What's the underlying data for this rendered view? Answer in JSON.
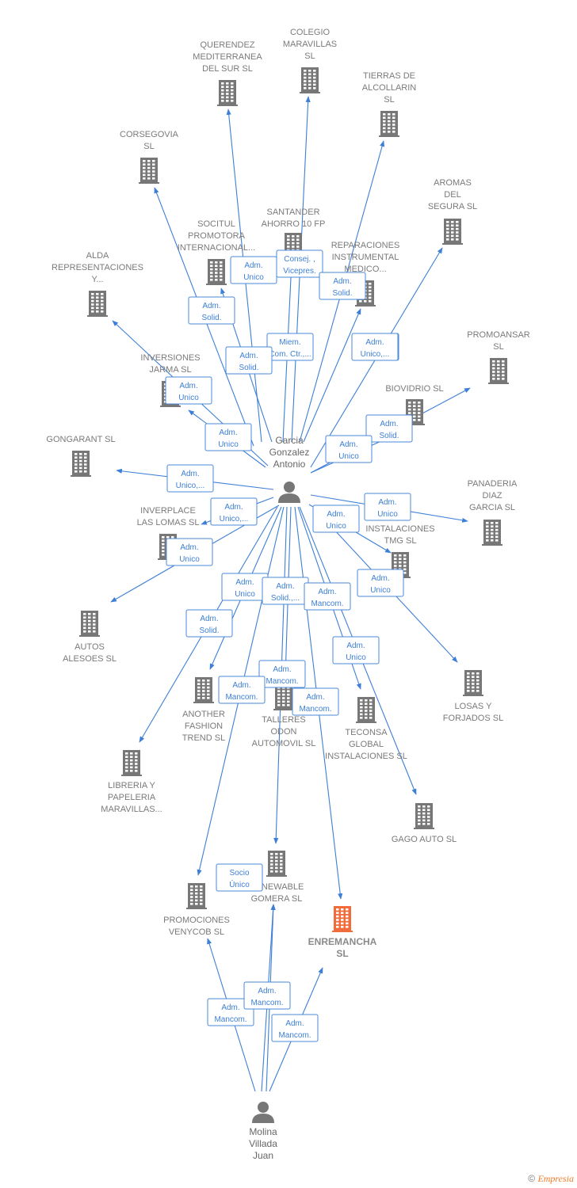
{
  "colors": {
    "edge": "#3d7fd6",
    "building": "#777777",
    "focus_building": "#f26b3a",
    "person": "#777777"
  },
  "persons": [
    {
      "id": "garcia",
      "lines": [
        "Garcia",
        "Gonzalez",
        "Antonio"
      ],
      "icon": "person-icon"
    },
    {
      "id": "molina",
      "lines": [
        "Molina",
        "Villada",
        "Juan"
      ],
      "icon": "person-icon"
    }
  ],
  "companies": [
    {
      "id": "querendez",
      "lines": [
        "QUERENDEZ",
        "MEDITERRANEA",
        "DEL SUR  SL"
      ]
    },
    {
      "id": "colegio",
      "lines": [
        "COLEGIO",
        "MARAVILLAS",
        "SL"
      ]
    },
    {
      "id": "tierras",
      "lines": [
        "TIERRAS DE",
        "ALCOLLARIN",
        "SL"
      ]
    },
    {
      "id": "corsegovia",
      "lines": [
        "CORSEGOVIA",
        "SL"
      ]
    },
    {
      "id": "aromas",
      "lines": [
        "AROMAS",
        "DEL",
        "SEGURA  SL"
      ]
    },
    {
      "id": "santander",
      "lines": [
        "SANTANDER",
        "AHORRO 10 FP"
      ]
    },
    {
      "id": "socitul",
      "lines": [
        "SOCITUL",
        "PROMOTORA",
        "INTERNACIONAL..."
      ]
    },
    {
      "id": "reparaciones",
      "lines": [
        "REPARACIONES",
        "INSTRUMENTAL",
        "MEDICO..."
      ]
    },
    {
      "id": "alda",
      "lines": [
        "ALDA",
        "REPRESENTACIONES",
        "Y..."
      ]
    },
    {
      "id": "promoansar",
      "lines": [
        "PROMOANSAR",
        "SL"
      ]
    },
    {
      "id": "inversiones",
      "lines": [
        "INVERSIONES",
        "JARMA  SL"
      ]
    },
    {
      "id": "biovidrio",
      "lines": [
        "BIOVIDRIO  SL"
      ]
    },
    {
      "id": "gongarant",
      "lines": [
        "GONGARANT SL"
      ]
    },
    {
      "id": "panaderia",
      "lines": [
        "PANADERIA",
        "DIAZ",
        "GARCIA  SL"
      ]
    },
    {
      "id": "inverplace",
      "lines": [
        "INVERPLACE",
        "LAS LOMAS  SL"
      ]
    },
    {
      "id": "tmg",
      "lines": [
        "...CO",
        "INSTALACIONES",
        "TMG  SL"
      ]
    },
    {
      "id": "autos",
      "lines": [
        "AUTOS",
        "ALESOES  SL"
      ]
    },
    {
      "id": "losas",
      "lines": [
        "LOSAS Y",
        "FORJADOS  SL"
      ]
    },
    {
      "id": "another",
      "lines": [
        "ANOTHER",
        "FASHION",
        "TREND  SL"
      ]
    },
    {
      "id": "talleres",
      "lines": [
        "TALLERES",
        "ODON",
        "AUTOMOVIL SL"
      ]
    },
    {
      "id": "teconsa",
      "lines": [
        "TECONSA",
        "GLOBAL",
        "INSTALACIONES SL"
      ]
    },
    {
      "id": "libreria",
      "lines": [
        "LIBRERIA Y",
        "PAPELERIA",
        "MARAVILLAS..."
      ]
    },
    {
      "id": "gago",
      "lines": [
        "GAGO AUTO SL"
      ]
    },
    {
      "id": "renewable",
      "lines": [
        "RENEWABLE",
        "GOMERA SL"
      ]
    },
    {
      "id": "promociones",
      "lines": [
        "PROMOCIONES",
        "VENYCOB SL"
      ]
    },
    {
      "id": "enremancha",
      "lines": [
        "ENREMANCHA",
        "SL"
      ],
      "focus": true
    }
  ],
  "edges": [
    {
      "from": "garcia",
      "to": "querendez",
      "label": [
        "Adm.",
        "Solid."
      ]
    },
    {
      "from": "garcia",
      "to": "colegio",
      "label": [
        "Miem.",
        "Com. Ctr.,..."
      ]
    },
    {
      "from": "garcia",
      "to": "tierras",
      "label": [
        "Adm.",
        "Unico,..."
      ]
    },
    {
      "from": "garcia",
      "to": "corsegovia",
      "label": [
        "Adm.",
        "Solid."
      ]
    },
    {
      "from": "garcia",
      "to": "aromas",
      "label": [
        "Adm.",
        "Unico,..."
      ]
    },
    {
      "from": "garcia",
      "to": "santander",
      "label": [
        "Consej. ,",
        "Vicepres."
      ]
    },
    {
      "from": "garcia",
      "to": "socitul",
      "label": [
        "Adm.",
        "Unico"
      ]
    },
    {
      "from": "garcia",
      "to": "reparaciones",
      "label": [
        "Adm.",
        "Solid."
      ]
    },
    {
      "from": "garcia",
      "to": "alda",
      "label": [
        "Adm.",
        "Unico"
      ]
    },
    {
      "from": "garcia",
      "to": "promoansar",
      "label": [
        "Adm.",
        "Solid."
      ]
    },
    {
      "from": "garcia",
      "to": "inversiones",
      "label": [
        "Adm.",
        "Unico"
      ]
    },
    {
      "from": "garcia",
      "to": "biovidrio",
      "label": [
        "Adm.",
        "Unico"
      ]
    },
    {
      "from": "garcia",
      "to": "gongarant",
      "label": [
        "Adm.",
        "Unico,..."
      ]
    },
    {
      "from": "garcia",
      "to": "panaderia",
      "label": [
        "Adm.",
        "Unico"
      ]
    },
    {
      "from": "garcia",
      "to": "inverplace",
      "label": [
        "Adm.",
        "Unico,..."
      ]
    },
    {
      "from": "garcia",
      "to": "tmg",
      "label": [
        "Adm.",
        "Unico"
      ]
    },
    {
      "from": "garcia",
      "to": "autos",
      "label": [
        "Adm.",
        "Unico"
      ]
    },
    {
      "from": "garcia",
      "to": "losas",
      "label": [
        "Adm.",
        "Unico"
      ]
    },
    {
      "from": "garcia",
      "to": "another",
      "label": [
        "Adm.",
        "Unico"
      ]
    },
    {
      "from": "garcia",
      "to": "talleres",
      "label": [
        "Adm.",
        "Solid.,..."
      ]
    },
    {
      "from": "garcia",
      "to": "teconsa",
      "label": [
        "Adm.",
        "Mancom."
      ]
    },
    {
      "from": "garcia",
      "to": "libreria",
      "label": [
        "Adm.",
        "Solid."
      ]
    },
    {
      "from": "garcia",
      "to": "gago",
      "label": [
        "Adm.",
        "Unico"
      ]
    },
    {
      "from": "garcia",
      "to": "renewable",
      "label": [
        "Adm.",
        "Mancom."
      ]
    },
    {
      "from": "garcia",
      "to": "promociones",
      "label": [
        "Adm.",
        "Mancom."
      ]
    },
    {
      "from": "garcia",
      "to": "enremancha",
      "label": [
        "Adm.",
        "Mancom."
      ]
    },
    {
      "from": "molina",
      "to": "promociones",
      "label": [
        "Adm.",
        "Mancom."
      ]
    },
    {
      "from": "molina",
      "to": "renewable",
      "label": [
        "Adm.",
        "Mancom."
      ]
    },
    {
      "from": "molina",
      "to": "enremancha",
      "label": [
        "Adm.",
        "Mancom."
      ]
    },
    {
      "from": "molina",
      "to": "renewable",
      "label": [
        "Socio",
        "Único"
      ]
    }
  ],
  "footer": {
    "copyright": "©",
    "brand": "Empresia"
  }
}
